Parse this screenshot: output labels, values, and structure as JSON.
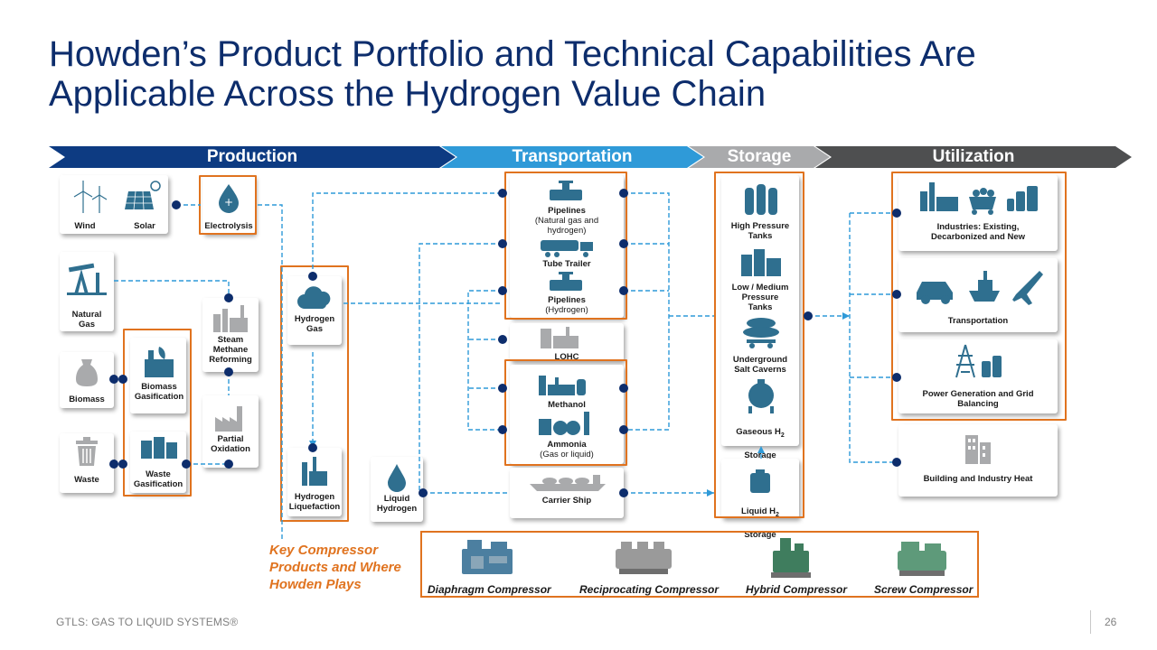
{
  "title": {
    "line1": "Howden’s Product Portfolio and Technical Capabilities Are",
    "line2": "Applicable Across the Hydrogen Value Chain"
  },
  "stages": {
    "production": "Production",
    "transportation": "Transportation",
    "storage": "Storage",
    "utilization": "Utilization"
  },
  "production": {
    "wind": "Wind",
    "solar": "Solar",
    "electrolysis": "Electrolysis",
    "natural_gas": "Natural\nGas",
    "steam_methane_reforming": "Steam\nMethane\nReforming",
    "biomass": "Biomass",
    "biomass_gasification": "Biomass\nGasification",
    "partial_oxidation": "Partial\nOxidation",
    "waste": "Waste",
    "waste_gasification": "Waste\nGasification",
    "hydrogen_gas": "Hydrogen\nGas",
    "hydrogen_liquefaction": "Hydrogen\nLiquefaction",
    "liquid_hydrogen": "Liquid\nHydrogen"
  },
  "transportation": {
    "pipelines_ng_title": "Pipelines",
    "pipelines_ng_sub": "(Natural gas and\nhydrogen)",
    "tube_trailer": "Tube Trailer",
    "pipelines_h2_title": "Pipelines",
    "pipelines_h2_sub": "(Hydrogen)",
    "lohc": "LOHC",
    "methanol": "Methanol",
    "ammonia_title": "Ammonia",
    "ammonia_sub": "(Gas or liquid)",
    "carrier_ship": "Carrier Ship"
  },
  "storage": {
    "high_pressure": "High Pressure\nTanks",
    "low_medium": "Low / Medium\nPressure\nTanks",
    "underground": "Underground\nSalt Caverns",
    "gaseous_pre": "Gaseous H",
    "gaseous_sub": "2",
    "gaseous_post": "Storage",
    "liquid_pre": "Liquid H",
    "liquid_sub": "2",
    "liquid_post": "Storage"
  },
  "utilization": {
    "industries": "Industries: Existing,\nDecarbonized and New",
    "transportation": "Transportation",
    "power": "Power Generation and Grid\nBalancing",
    "building": "Building and Industry  Heat"
  },
  "compressors": {
    "key_label": "Key Compressor\nProducts and Where\nHowden Plays",
    "diaphragm": "Diaphragm Compressor",
    "reciprocating": "Reciprocating Compressor",
    "hybrid": "Hybrid Compressor",
    "screw": "Screw Compressor"
  },
  "footer": {
    "left": "GTLS: GAS TO LIQUID SYSTEMS®",
    "page": "26"
  },
  "colors": {
    "navy": "#0d2d6c",
    "production": "#0d3b82",
    "transportation": "#2f9ad8",
    "storage": "#a9aaac",
    "utilization": "#4e4f50",
    "highlight": "#e0731f",
    "icon": "#2f6f8f",
    "dot": "#0d2d6c",
    "connector": "#2f9ad8"
  }
}
